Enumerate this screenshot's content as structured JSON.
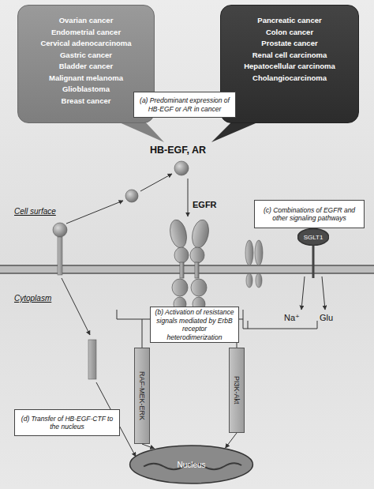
{
  "diagram": {
    "nodes": [
      {
        "text": [
          "Ovarian cancer",
          "Endometrial cancer",
          "Cervical adenocarcinoma",
          "Gastric cancer",
          "Bladder cancer",
          "Malignant melanoma",
          "Glioblastoma",
          "Breast cancer"
        ]
      },
      {
        "text": [
          "Pancreatic cancer",
          "Colon cancer",
          "Prostate cancer",
          "Renal cell carcinoma",
          "Hepatocellular carcinoma",
          "Cholangiocarcinoma"
        ]
      },
      {
        "text": [
          "(a) Predominant expression of HB-EGF or AR in cancer"
        ]
      },
      {
        "text": [
          "(c) Combinations of EGFR and other signaling pathways"
        ]
      },
      {
        "text": [
          "SGLT1"
        ]
      },
      {
        "text": [
          "(b) Activation of resistance signals mediated by ErbB receptor heterodimerization"
        ]
      },
      {
        "text": [
          "RAF-MEK-ERK"
        ]
      },
      {
        "text": [
          "PI3K-Akt"
        ]
      },
      {
        "text": [
          "(d) Transfer of HB-EGF-CTF to the nucleus"
        ]
      },
      {
        "text": [
          "Nucleus"
        ]
      }
    ],
    "edges": [
      {
        "from": 6,
        "to": 9,
        "arrow": "to"
      },
      {
        "from": 7,
        "to": 9,
        "arrow": "to"
      }
    ],
    "labels": [
      "HB-EGF, AR",
      "EGFR",
      "Cell surface",
      "Cytoplasm",
      "Na⁺",
      "Glu"
    ]
  }
}
